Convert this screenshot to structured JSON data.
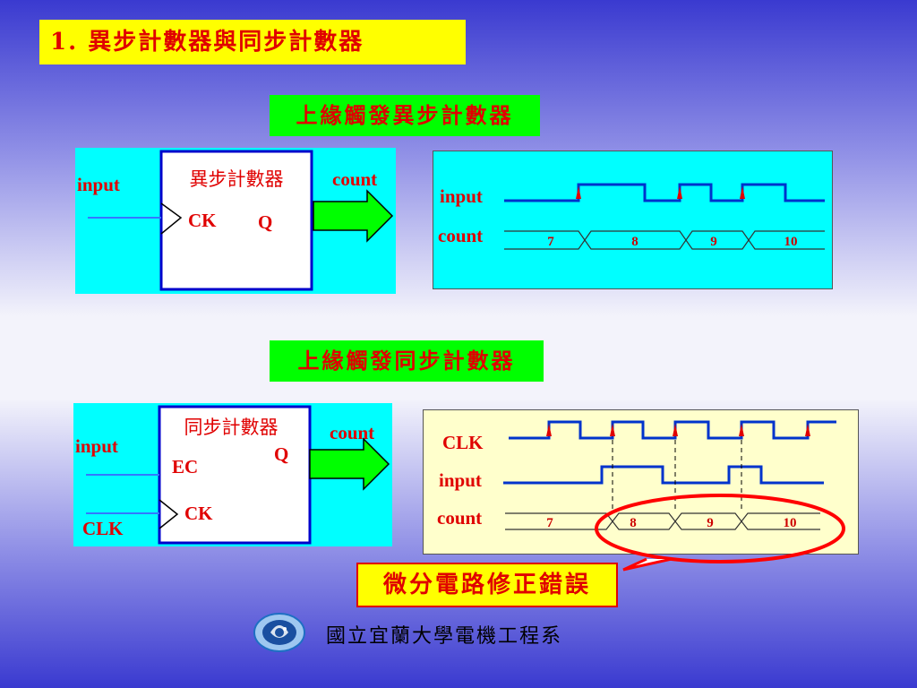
{
  "title": "1. 異步計數器與同步計數器",
  "async": {
    "label": "上緣觸發異步計數器",
    "block_title": "異步計數器",
    "input_label": "input",
    "count_label": "count",
    "ck_label": "CK",
    "q_label": "Q",
    "timing": {
      "input_label": "input",
      "count_label": "count",
      "values": [
        "7",
        "8",
        "9",
        "10"
      ]
    }
  },
  "sync": {
    "label": "上緣觸發同步計數器",
    "block_title": "同步計數器",
    "input_label": "input",
    "clk_label": "CLK",
    "count_label": "count",
    "ec_label": "EC",
    "ck_label": "CK",
    "q_label": "Q",
    "timing": {
      "clk_label": "CLK",
      "input_label": "input",
      "count_label": "count",
      "values": [
        "7",
        "8",
        "9",
        "10"
      ]
    }
  },
  "callout": "微分電路修正錯誤",
  "footer": "國立宜蘭大學電機工程系",
  "colors": {
    "signal": "#0033cc",
    "edge_arrow": "#e00000",
    "label_red": "#e00000",
    "async_panel": "#00ffff",
    "sync_timing_panel": "#ffffcc",
    "arrow_fill": "#00ff00"
  }
}
